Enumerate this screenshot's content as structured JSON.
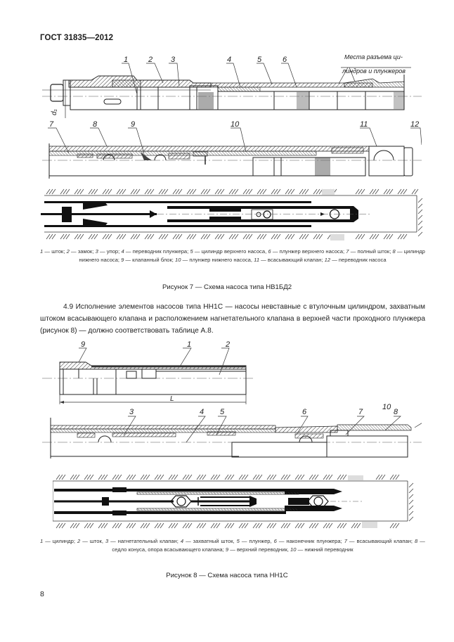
{
  "header": {
    "standard": "ГОСТ 31835—2012"
  },
  "figure7": {
    "callouts": [
      "1",
      "2",
      "3",
      "4",
      "5",
      "6",
      "7",
      "8",
      "9",
      "10",
      "11",
      "12"
    ],
    "dimension_label": "d₁",
    "annotation": [
      "Места разъема ци-",
      "линдров и плунжеров"
    ],
    "legend": [
      {
        "num": "1",
        "text": "шток;"
      },
      {
        "num": "2",
        "text": "замок;"
      },
      {
        "num": "3",
        "text": "упор;"
      },
      {
        "num": "4",
        "text": "переводник плунжера;"
      },
      {
        "num": "5",
        "text": "цилиндр верхнего насоса,"
      },
      {
        "num": "6",
        "text": "плунжер верхнего насоса;"
      },
      {
        "num": "7",
        "text": "полный шток;"
      },
      {
        "num": "8",
        "text": "цилиндр нижнего насоса;"
      },
      {
        "num": "9",
        "text": "клапанный блок;"
      },
      {
        "num": "10",
        "text": "плунжер нижнего насоса,"
      },
      {
        "num": "11",
        "text": "всасывающий клапан;"
      },
      {
        "num": "12",
        "text": "переводник насоса"
      }
    ],
    "title": "Рисунок 7 — Схема насоса типа НВ1БД2"
  },
  "section_4_9": {
    "text": "4.9 Исполнение элементов насосов типа НН1С — насосы невставные с втулочным цилиндром, захватным штоком всасывающего клапана и расположением нагнетательного клапана в верхней части проходного плунжера (рисунок 8) — должно соответствовать таблице А.8."
  },
  "figure8": {
    "callouts": [
      "9",
      "1",
      "2",
      "3",
      "4",
      "5",
      "6",
      "7",
      "8",
      "10"
    ],
    "dimension_label": "L",
    "legend": [
      {
        "num": "1",
        "text": "цилиндр;"
      },
      {
        "num": "2",
        "text": "шток,"
      },
      {
        "num": "3",
        "text": "нагнетательный клапан;"
      },
      {
        "num": "4",
        "text": "захватный шток,"
      },
      {
        "num": "5",
        "text": "плунжер,"
      },
      {
        "num": "6",
        "text": "наконечник плунжера;"
      },
      {
        "num": "7",
        "text": "всасывающий клапан;"
      },
      {
        "num": "8",
        "text": "седло конуса, опора всасывающего клапана;"
      },
      {
        "num": "9",
        "text": "верхний переводник,"
      },
      {
        "num": "10",
        "text": "нижний переводник"
      }
    ],
    "title": "Рисунок 8 — Схема насоса типа НН1С"
  },
  "footer": {
    "page_number": "8"
  }
}
